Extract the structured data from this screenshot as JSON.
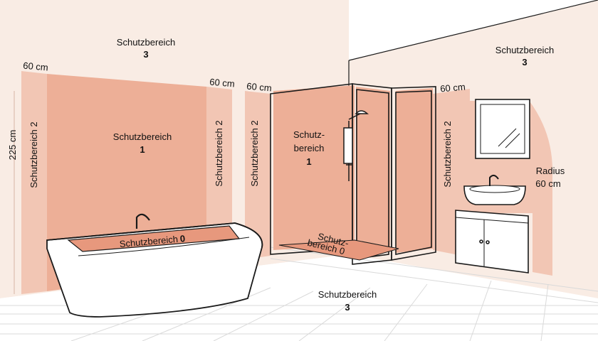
{
  "colors": {
    "wall": "#f9ece4",
    "zone_light": "#f2c6b4",
    "zone_medium": "#edaf97",
    "zone_zero": "#e7987d",
    "floor": "#ffffff",
    "line": "#1a1a1a",
    "text": "#111111"
  },
  "labels": {
    "zone_word": "Schutzbereich",
    "zone_split_top": "Schutz-",
    "zone_split_bottom": "bereich",
    "zone3_left": {
      "line1": "Schutzbereich",
      "line2": "3"
    },
    "zone3_right": {
      "line1": "Schutzbereich",
      "line2": "3"
    },
    "zone3_floor": {
      "line1": "Schutzbereich",
      "line2": "3"
    },
    "zone1_wall": {
      "line1": "Schutzbereich",
      "line2": "1"
    },
    "zone1_shower": {
      "line1": "Schutz-",
      "line2": "bereich",
      "line3": "1"
    },
    "zone0_bath": {
      "word": "Schutzbereich",
      "num": "0"
    },
    "zone0_shower": {
      "line1": "Schutz-",
      "line2": "bereich 0"
    },
    "zone2_vertical": [
      "Schutzbereich 2",
      "Schutzbereich 2",
      "Schutzbereich 2",
      "Schutzbereich 2"
    ],
    "dim_60cm": [
      "60 cm",
      "60 cm",
      "60 cm",
      "60 cm"
    ],
    "dim_225cm": "225 cm",
    "radius": {
      "line1": "Radius",
      "line2": "60 cm"
    }
  }
}
